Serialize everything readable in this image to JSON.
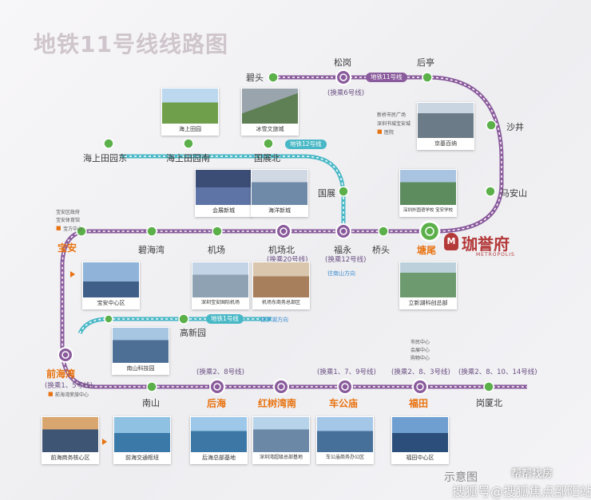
{
  "title": "地铁11号线线路图",
  "colors": {
    "line11": "#8a5b9c",
    "line12": "#49b8c6",
    "line1": "#49b8c6",
    "accent": "#e8720f",
    "station": "#5bb04a",
    "brand": "#b43a3a"
  },
  "stations": {
    "bitou": "碧头",
    "songgang": "松岗",
    "houting": "后亭",
    "shajing": "沙井",
    "maanshan": "马安山",
    "tangwei": "塘尾",
    "qiaotou": "桥头",
    "fuyong": "福永",
    "jichangbei": "机场北",
    "jichang": "机场",
    "bihaiwan": "碧海湾",
    "baoan": "宝安",
    "qianhaiwan": "前海湾",
    "nanshan": "南山",
    "houhai": "后海",
    "hongshuwan": "红树湾南",
    "chegongmiao": "车公庙",
    "futian": "福田",
    "gangxiabei": "岗厦北",
    "gaoxinyuan": "高新园",
    "guozhan": "国展",
    "guozhanbei": "国展北",
    "haishangtianyuannan": "海上田园南",
    "haishangtianyuandong": "海上田园东"
  },
  "transfers": {
    "songgang": "(换乘6号线)",
    "jichangbei": "(换乘20号线)",
    "fuyong": "(换乘12号线)",
    "qianhaiwan": "(换乘1、5号线)",
    "houhai": "(换乘2、8号线)",
    "chegongmiao": "(换乘1、7、9号线)",
    "futian": "(换乘2、8、3号线)",
    "gangxiabei": "(换乘2、8、10、14号线)"
  },
  "line_pills": {
    "line11": "地铁11号线",
    "line12": "地铁12号线",
    "line1": "地铁1号线"
  },
  "directions": {
    "fuyong": "往南山方向",
    "gaoxinyuan": "往罗湖方向"
  },
  "notes": {
    "shajing": [
      "新桥市民广场",
      "深圳书城宝安城"
    ],
    "shajing_hospital": "医院",
    "baoan": [
      "宝安区政府",
      "宝安体育馆"
    ],
    "baoan_center": "宝方中心",
    "qianhaiwan": "前海湾荣旅中心",
    "futian": [
      "市民中心",
      "会展中心",
      "购物中心"
    ]
  },
  "cards": {
    "haishangtianyuan": "海上田园",
    "bingxue": "冰雪文旅城",
    "jingji": "京基百纳",
    "huizhan": "会展新城",
    "haiyang": "海洋新城",
    "foreign_school": "深圳外国语学校 宝安学校",
    "baoan_center": "宝安中心区",
    "airport": "深圳宝安国际机场",
    "airport_east": "机场东商务总部区",
    "lixin": "立新湖科创总部",
    "nanshan_tech": "南山科技园",
    "qianhai_core": "前海商务核心区",
    "qianhai_traffic": "前海交通枢纽",
    "houhai_hq": "后海总部基地",
    "shenzhenwan": "深圳湾超级总部基地",
    "chegongmiao_office": "车公庙商务办公区",
    "futian_center": "福田中心区"
  },
  "brand": {
    "name": "珈誉府",
    "sub": "METROPOLIS",
    "mark": "M"
  },
  "caption": "示意图",
  "watermark": {
    "sohu": "搜狐号@搜狐焦点邵阳站",
    "bang": "帮帮找房"
  }
}
